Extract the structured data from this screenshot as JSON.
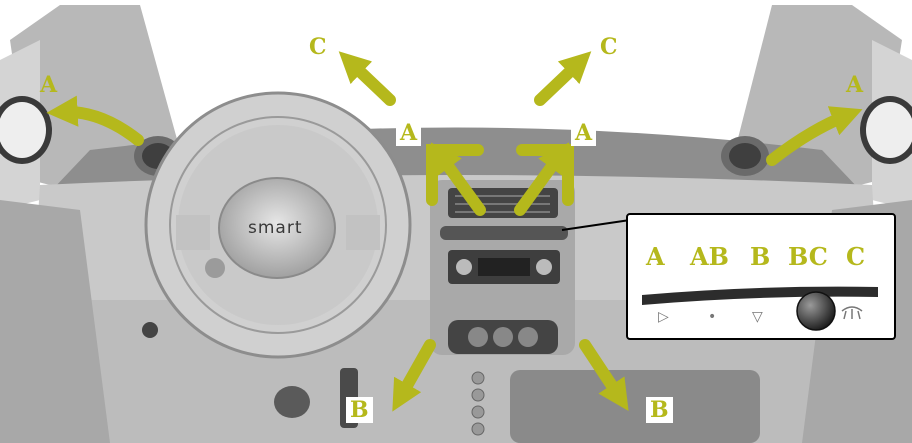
{
  "brand_text": "smart",
  "accent_color": "#b5b81c",
  "vent_labels": {
    "c_left": "C",
    "c_right": "C",
    "a_far_left": "A",
    "a_far_right": "A",
    "a_center_left": "A",
    "a_center_right": "A",
    "b_left": "B",
    "b_right": "B"
  },
  "control_inset": {
    "positions": [
      "A",
      "AB",
      "B",
      "BC",
      "C"
    ],
    "symbols": [
      "▷",
      "•",
      "▽",
      "defrost-icon"
    ]
  }
}
